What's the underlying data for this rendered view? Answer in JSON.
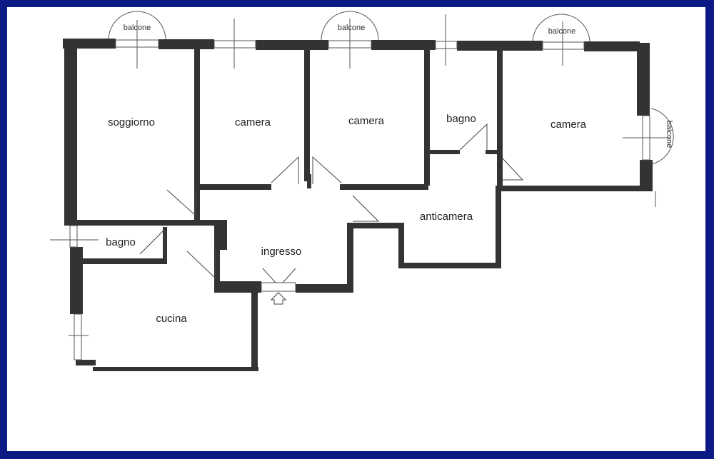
{
  "plan": {
    "rooms": {
      "soggiorno": "soggiorno",
      "camera_1": "camera",
      "camera_2": "camera",
      "bagno_top": "bagno",
      "camera_3": "camera",
      "anticamera": "anticamera",
      "bagno_left": "bagno",
      "ingresso": "ingresso",
      "cucina": "cucina"
    },
    "balconies": {
      "b1": "balcone",
      "b2": "balcone",
      "b3": "balcone",
      "b4": "balcone"
    }
  }
}
